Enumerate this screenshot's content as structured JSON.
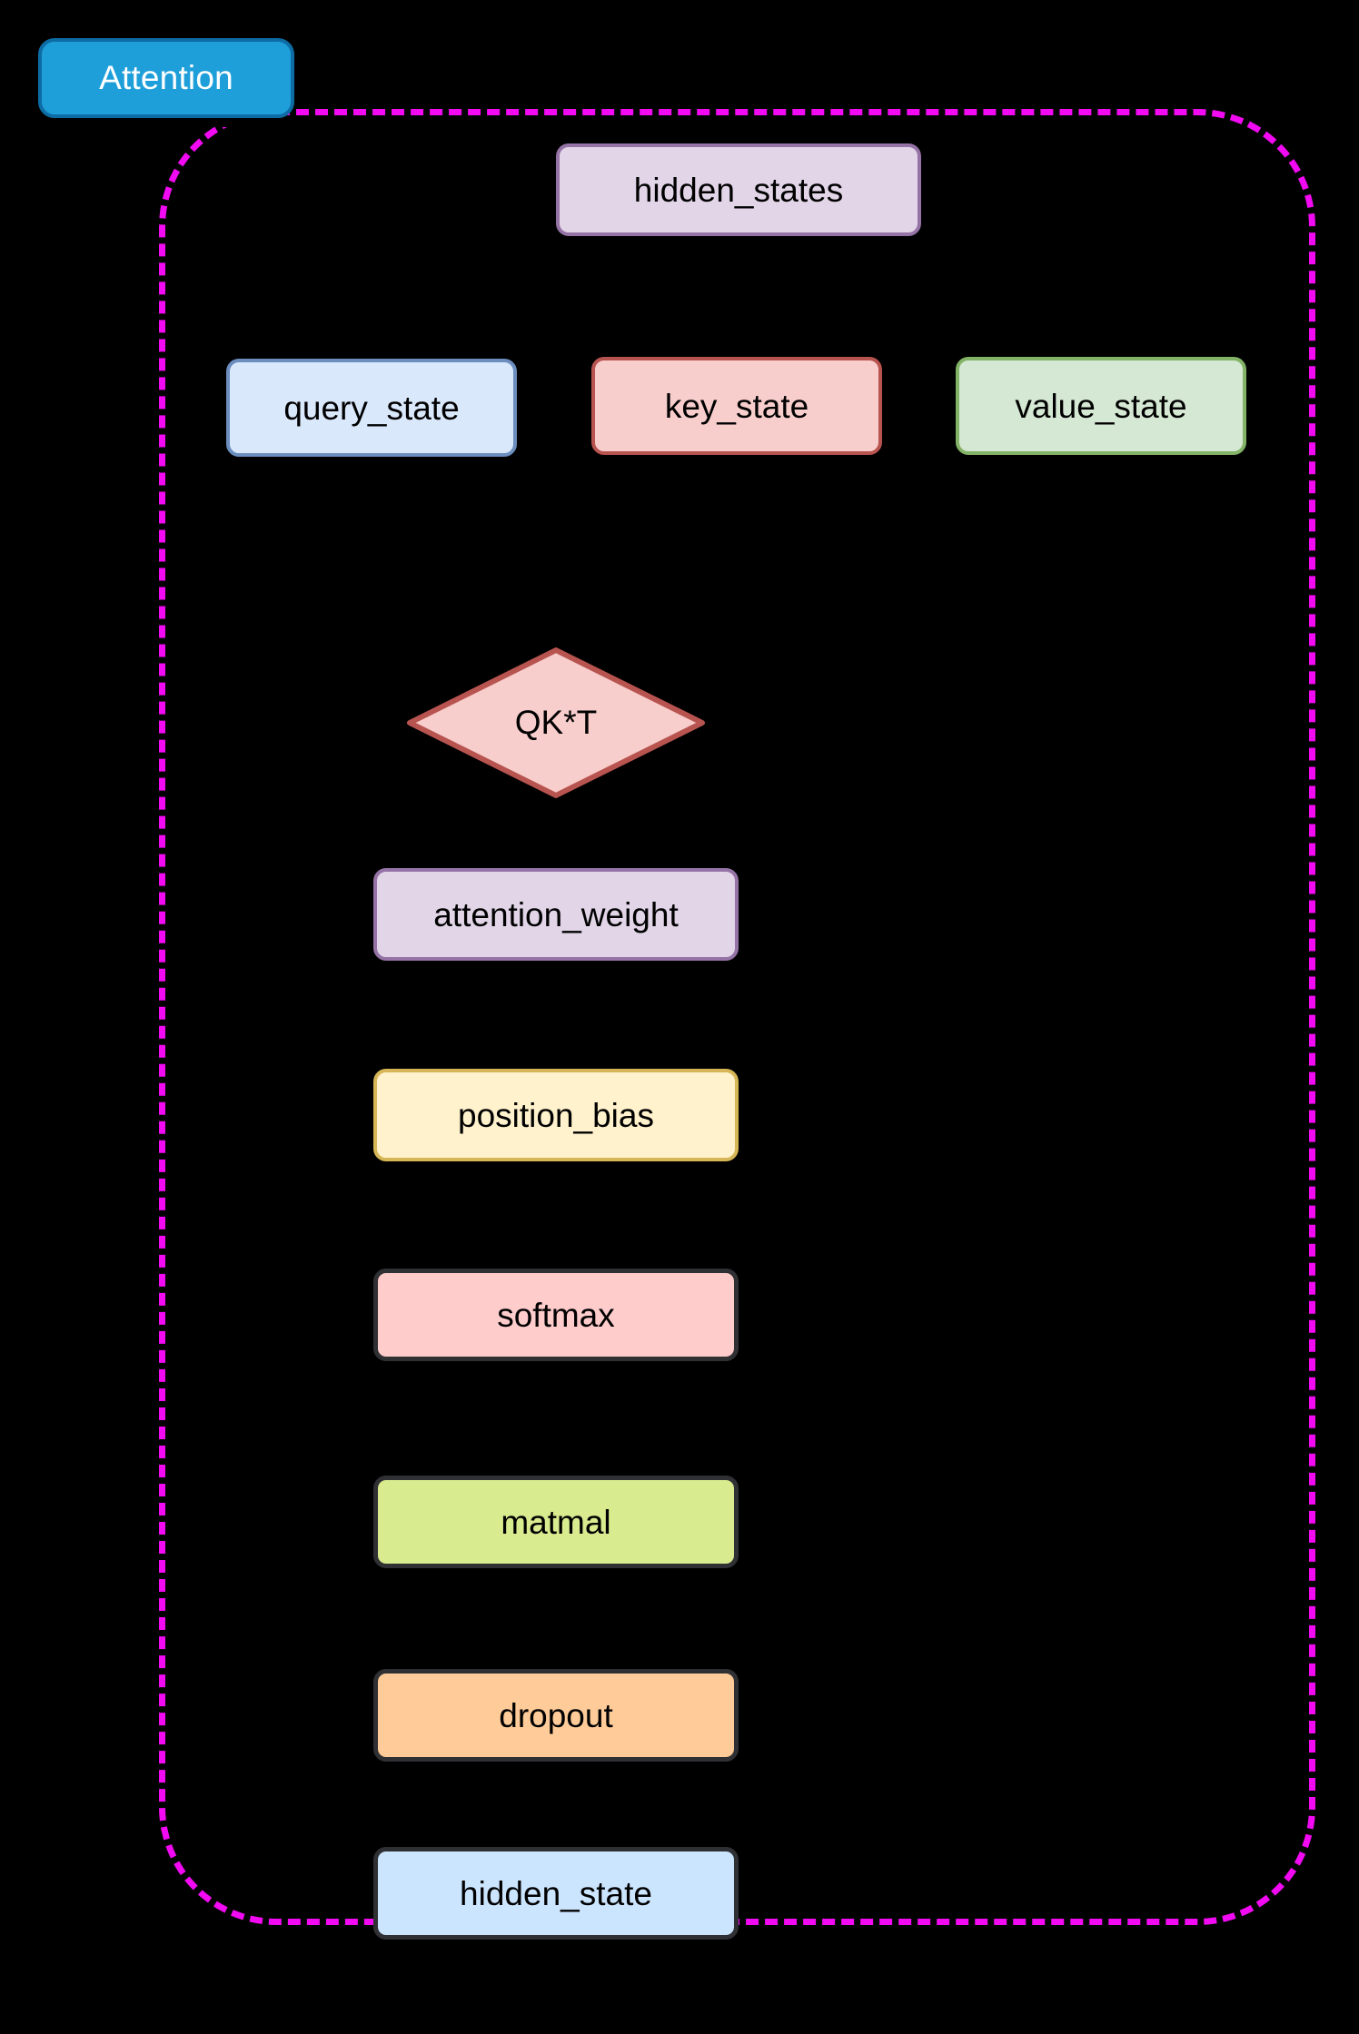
{
  "diagram": {
    "title": "Attention",
    "container": {
      "border_style": "dashed",
      "border_color": "#f20af2"
    },
    "title_tag": {
      "label": "Attention",
      "fill": "#1f9fda",
      "stroke": "#0e6ca5",
      "text_color": "#ffffff"
    },
    "nodes": [
      {
        "id": "hidden_states",
        "label": "hidden_states",
        "shape": "rounded-rect",
        "fill": "#e1d5e7",
        "stroke": "#9673a6"
      },
      {
        "id": "query_state",
        "label": "query_state",
        "shape": "rounded-rect",
        "fill": "#dae8fc",
        "stroke": "#6c8ebf"
      },
      {
        "id": "key_state",
        "label": "key_state",
        "shape": "rounded-rect",
        "fill": "#f8cecc",
        "stroke": "#b85450"
      },
      {
        "id": "value_state",
        "label": "value_state",
        "shape": "rounded-rect",
        "fill": "#d5e8d4",
        "stroke": "#82b366"
      },
      {
        "id": "qkt",
        "label": "QK*T",
        "shape": "diamond",
        "fill": "#f8cecc",
        "stroke": "#b85450"
      },
      {
        "id": "attention_weight",
        "label": "attention_weight",
        "shape": "rounded-rect",
        "fill": "#e1d5e7",
        "stroke": "#9673a6"
      },
      {
        "id": "position_bias",
        "label": "position_bias",
        "shape": "rounded-rect",
        "fill": "#fff2cc",
        "stroke": "#d6b656"
      },
      {
        "id": "softmax",
        "label": "softmax",
        "shape": "rounded-rect",
        "fill": "#ffcccc",
        "stroke": "#2f3033"
      },
      {
        "id": "matmal",
        "label": "matmal",
        "shape": "rounded-rect",
        "fill": "#d8eb8f",
        "stroke": "#2f3033"
      },
      {
        "id": "dropout",
        "label": "dropout",
        "shape": "rounded-rect",
        "fill": "#ffcc99",
        "stroke": "#2f3033"
      },
      {
        "id": "hidden_state",
        "label": "hidden_state",
        "shape": "rounded-rect",
        "fill": "#cce5ff",
        "stroke": "#2f3033"
      }
    ]
  }
}
